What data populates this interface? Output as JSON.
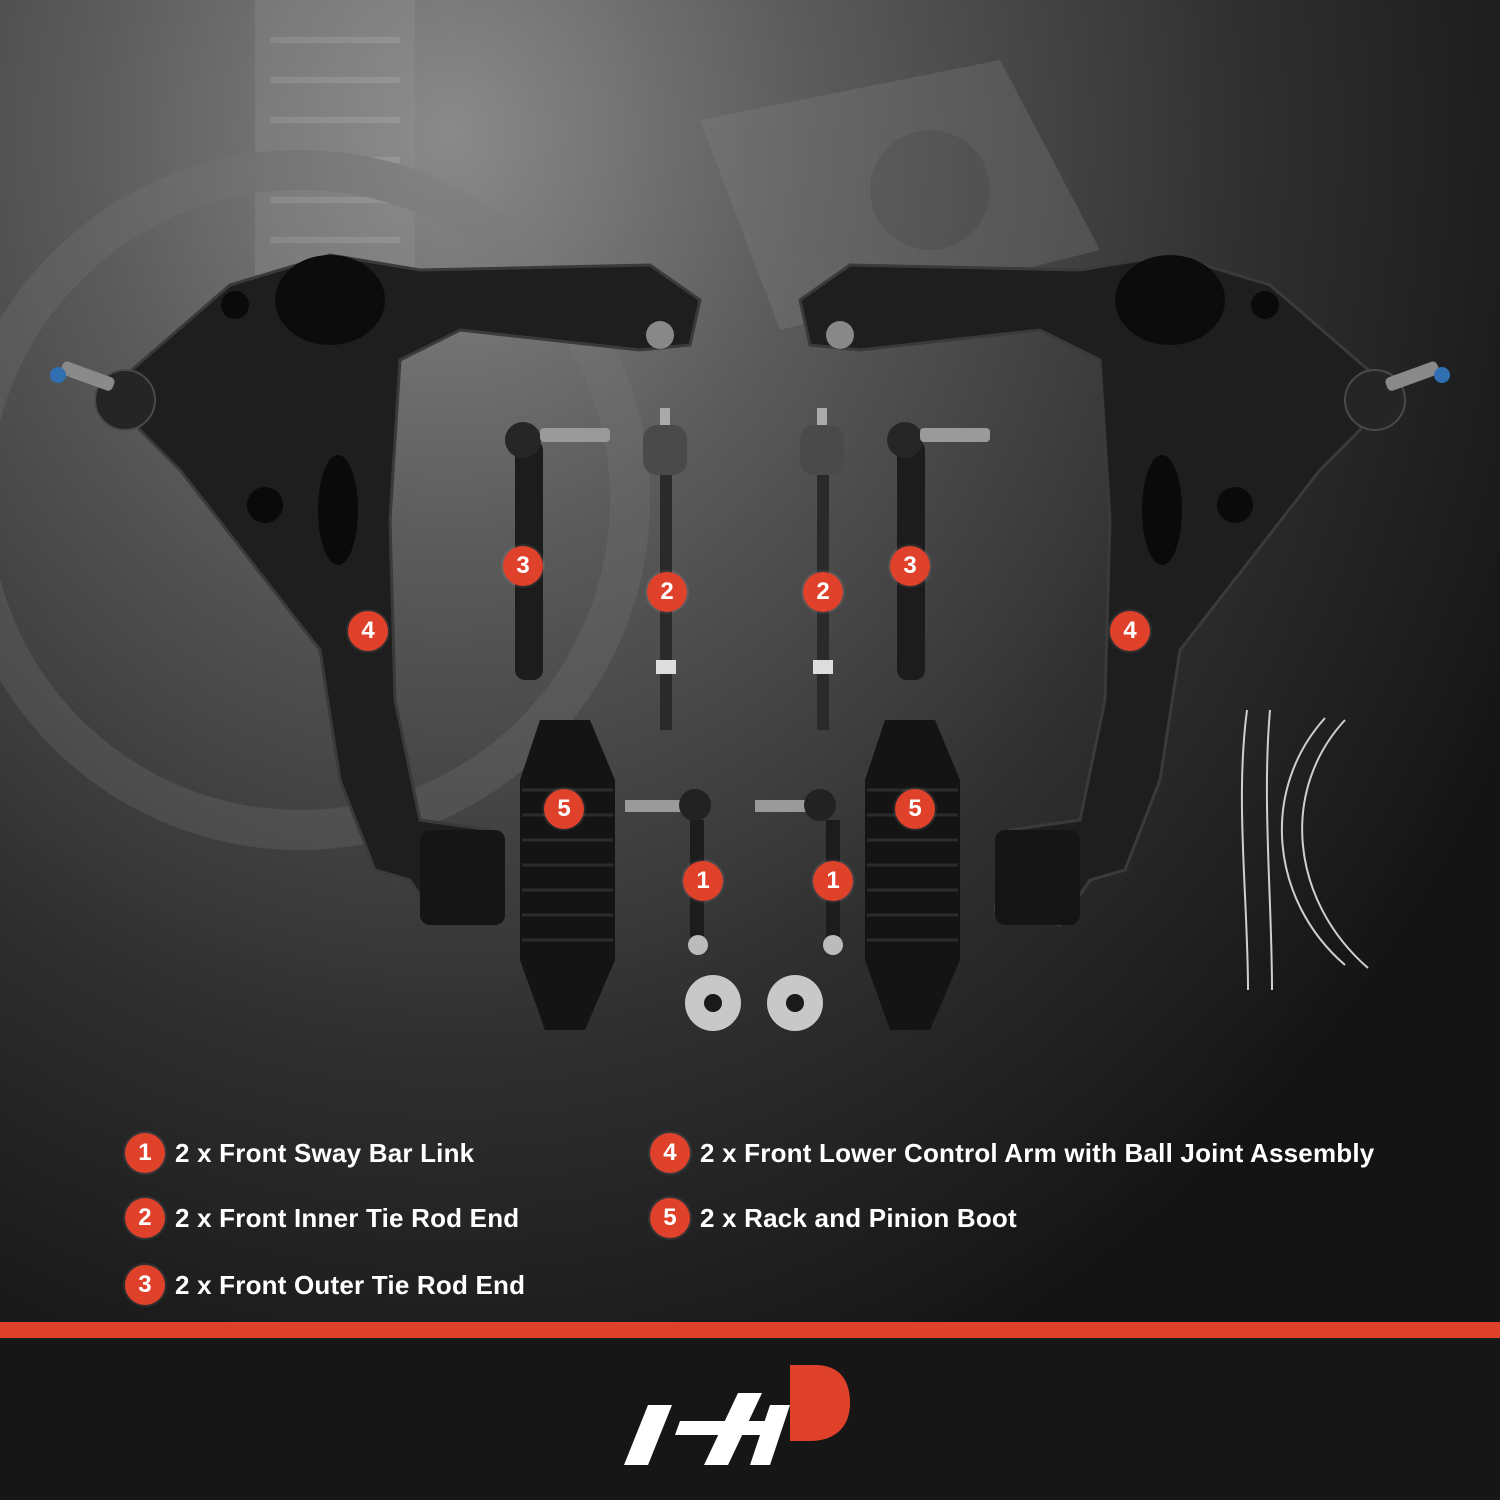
{
  "callouts": {
    "n1": "1",
    "n2": "2",
    "n3": "3",
    "n4": "4",
    "n5": "5"
  },
  "legend": [
    {
      "number": "1",
      "text": "2 x Front Sway Bar Link"
    },
    {
      "number": "2",
      "text": "2 x Front Inner Tie Rod End"
    },
    {
      "number": "3",
      "text": "2 x Front Outer Tie Rod End"
    },
    {
      "number": "4",
      "text": "2 x Front Lower Control Arm with Ball Joint Assembly"
    },
    {
      "number": "5",
      "text": "2 x Rack and Pinion Boot"
    }
  ],
  "colors": {
    "accent": "#e0412b",
    "background": "#161616",
    "text": "#ffffff"
  },
  "icons": {
    "logo": "brand-logo"
  }
}
